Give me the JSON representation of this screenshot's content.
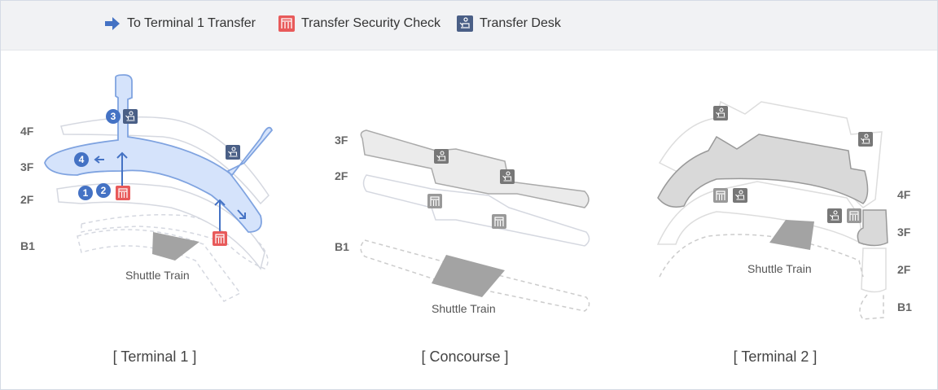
{
  "legend": {
    "items": [
      {
        "label": "To Terminal 1 Transfer",
        "icon": "arrow-right-icon",
        "color": "#4472c4"
      },
      {
        "label": "Transfer Security Check",
        "icon": "security-check-icon",
        "color": "#e85a5a"
      },
      {
        "label": "Transfer Desk",
        "icon": "transfer-desk-icon",
        "color": "#4a5f86"
      }
    ]
  },
  "terminal1": {
    "caption": "[ Terminal 1 ]",
    "floors": [
      "4F",
      "3F",
      "2F",
      "B1"
    ],
    "shuttle": "Shuttle Train",
    "steps": [
      "1",
      "2",
      "3",
      "4"
    ]
  },
  "concourse": {
    "caption": "[ Concourse ]",
    "floors": [
      "3F",
      "2F",
      "B1"
    ],
    "shuttle": "Shuttle Train"
  },
  "terminal2": {
    "caption": "[ Terminal 2 ]",
    "floors": [
      "4F",
      "3F",
      "2F",
      "B1"
    ],
    "shuttle": "Shuttle Train"
  },
  "colors": {
    "route": "#4472c4",
    "route_fill": "#d5e3fb",
    "security": "#e85a5a",
    "desk": "#4a5f86",
    "gray_icon": "#777777"
  }
}
